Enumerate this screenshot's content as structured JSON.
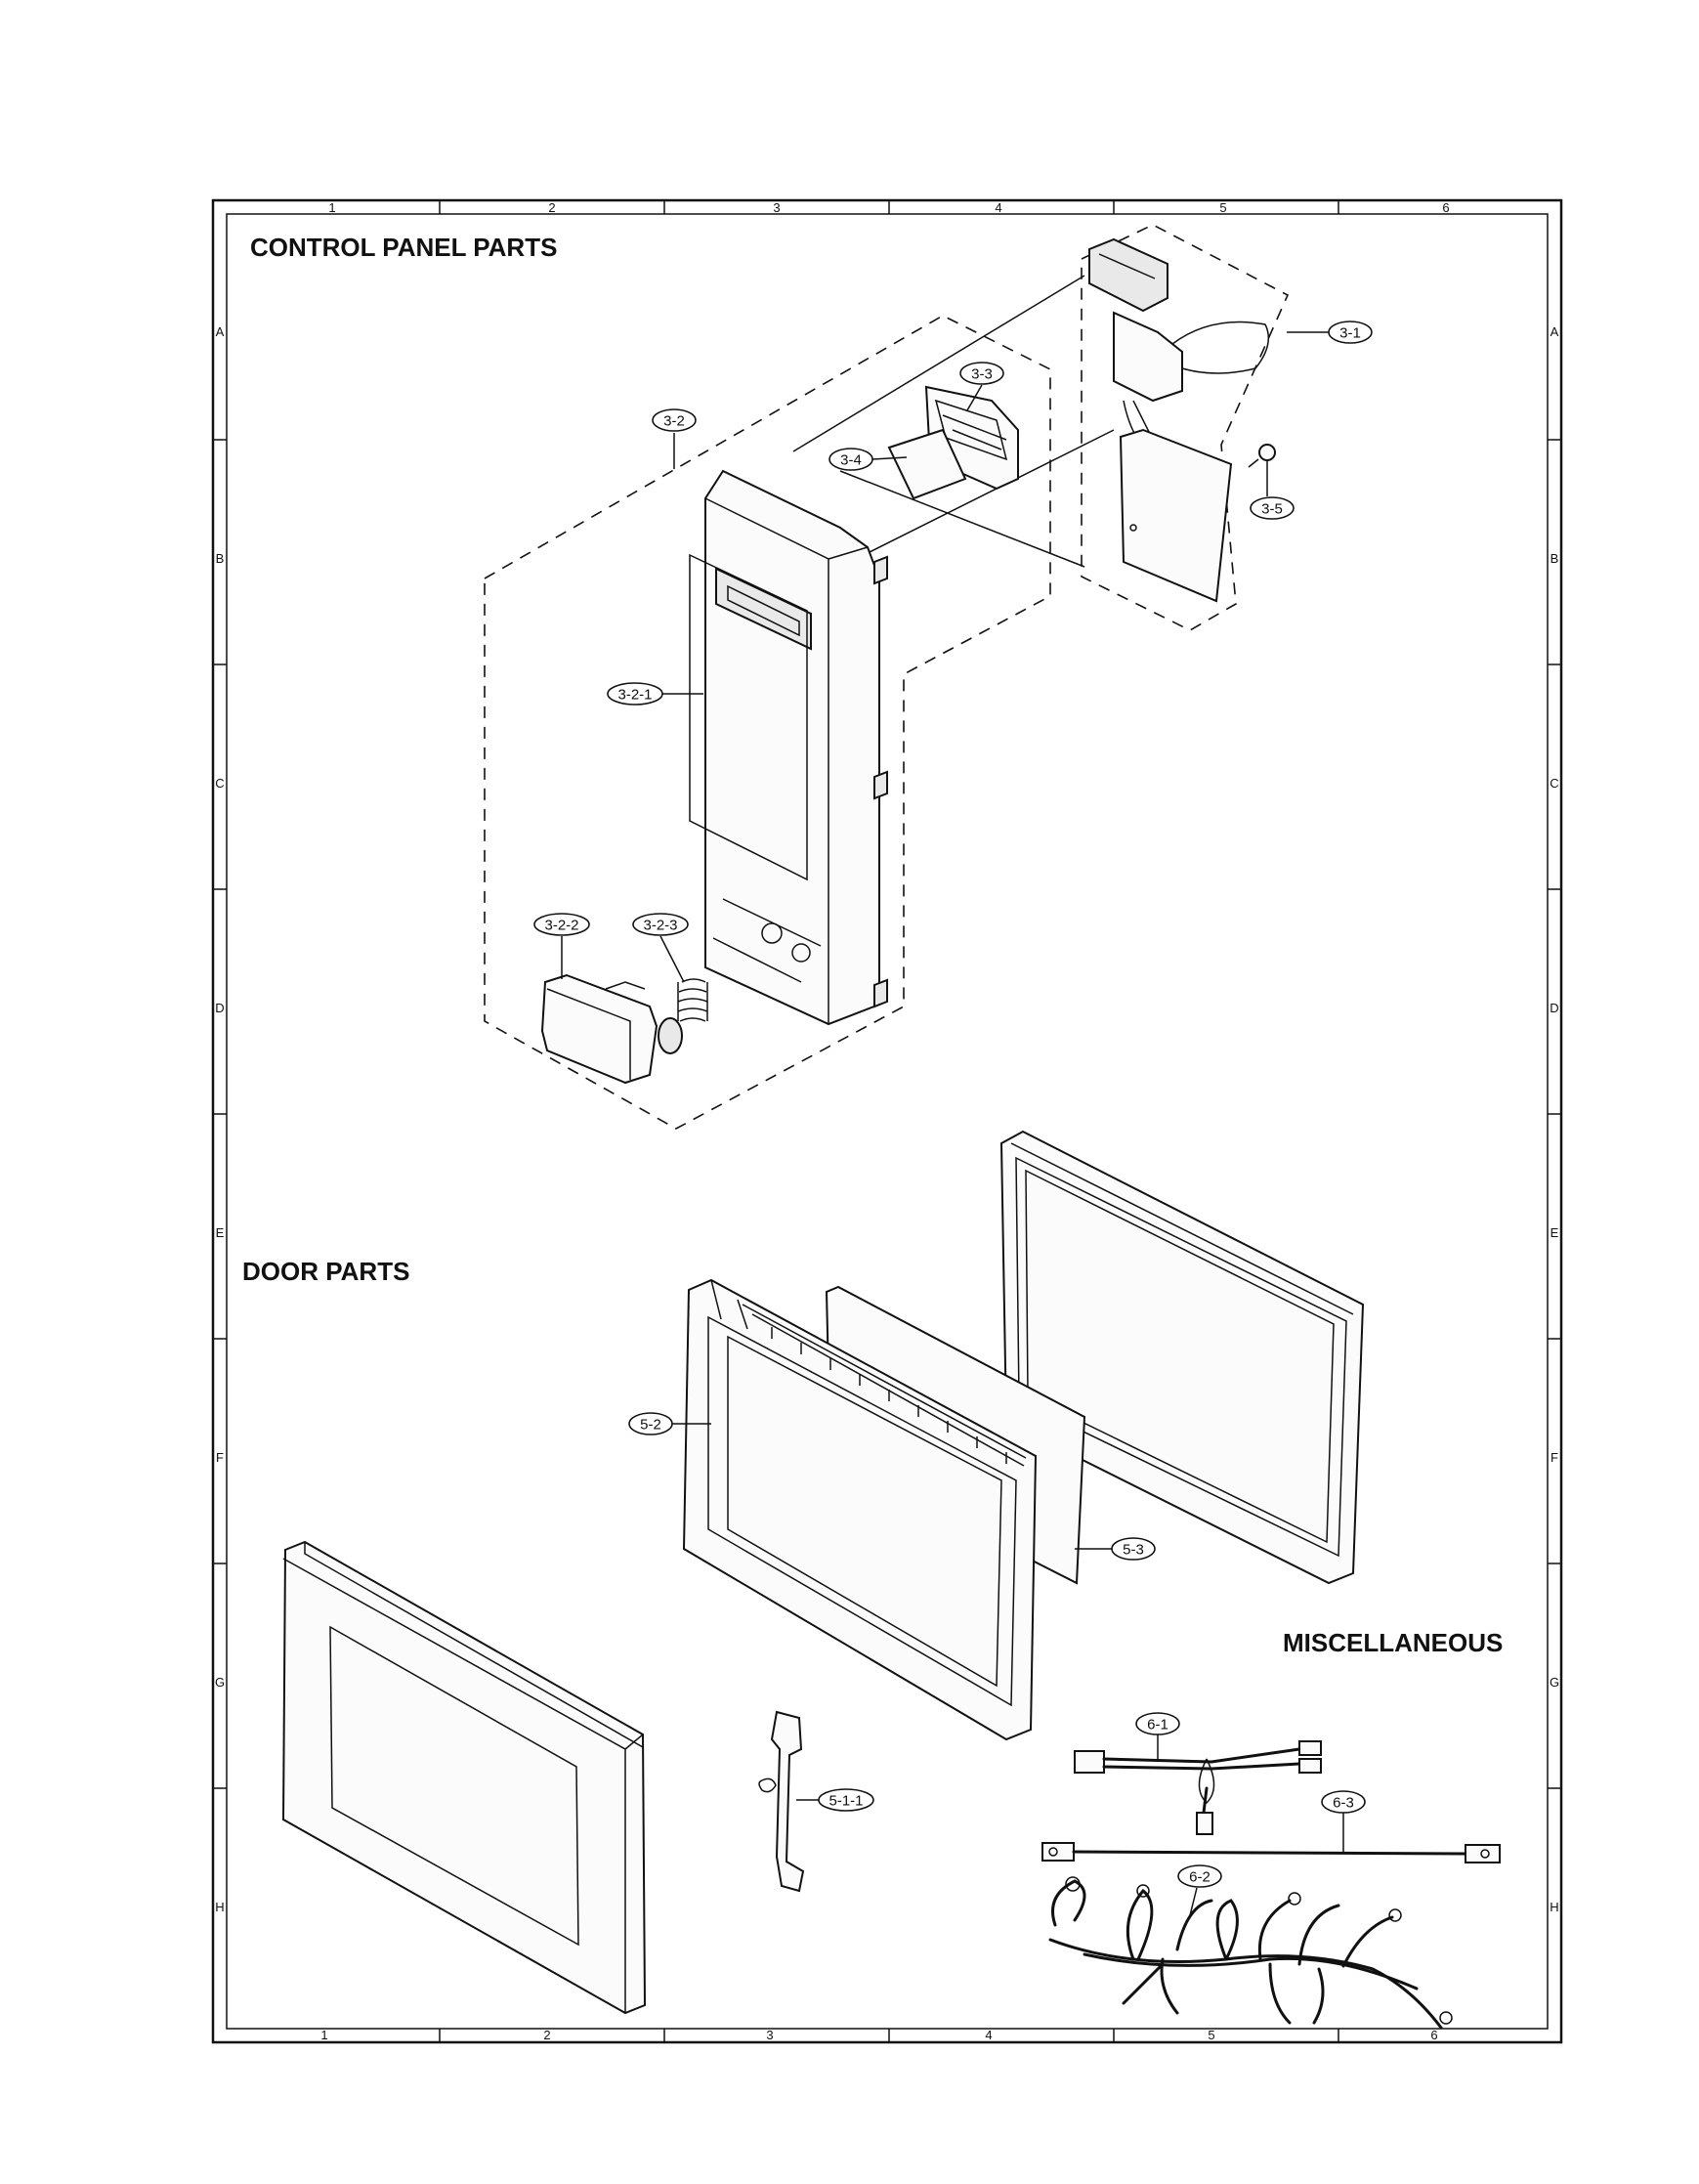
{
  "sections": {
    "control_panel": "CONTROL PANEL PARTS",
    "door": "DOOR PARTS",
    "misc": "MISCELLANEOUS"
  },
  "grid": {
    "columns": [
      "1",
      "2",
      "3",
      "4",
      "5",
      "6"
    ],
    "rows": [
      "A",
      "B",
      "C",
      "D",
      "E",
      "F",
      "G",
      "H"
    ]
  },
  "callouts": {
    "c3_1": "3-1",
    "c3_2": "3-2",
    "c3_2_1": "3-2-1",
    "c3_2_2": "3-2-2",
    "c3_2_3": "3-2-3",
    "c3_3": "3-3",
    "c3_4": "3-4",
    "c3_5": "3-5",
    "c5_1_1": "5-1-1",
    "c5_2": "5-2",
    "c5_3": "5-3",
    "c6_1": "6-1",
    "c6_2": "6-2",
    "c6_3": "6-3"
  }
}
